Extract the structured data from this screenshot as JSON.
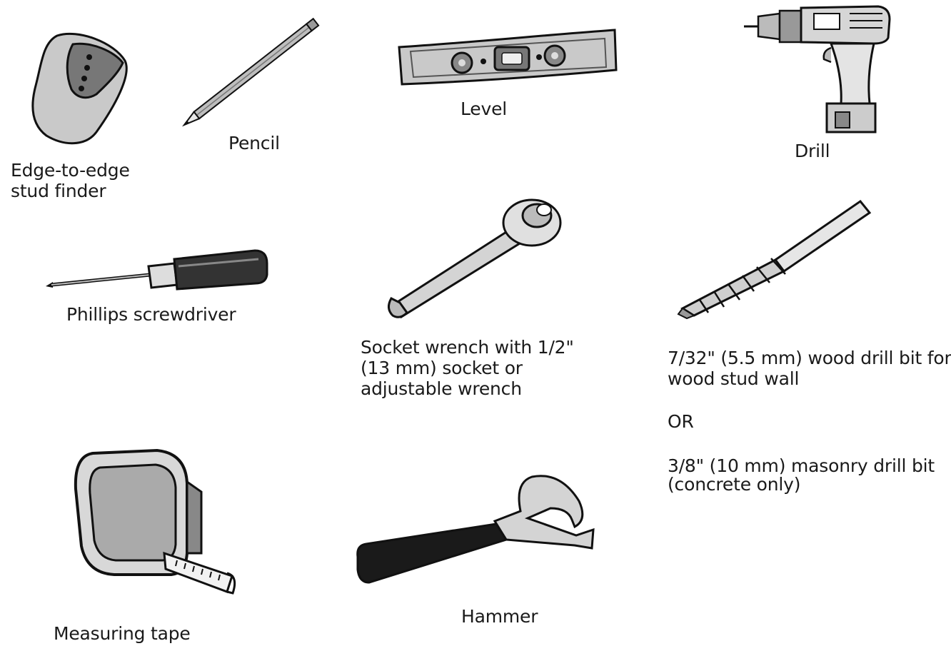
{
  "tools": {
    "stud_finder": {
      "icon": "stud-finder-icon",
      "label_line1": "Edge-to-edge",
      "label_line2": "stud finder"
    },
    "pencil": {
      "icon": "pencil-icon",
      "label": "Pencil"
    },
    "level": {
      "icon": "level-icon",
      "label": "Level"
    },
    "drill": {
      "icon": "drill-icon",
      "label": "Drill"
    },
    "screwdriver": {
      "icon": "screwdriver-icon",
      "label": "Phillips screwdriver"
    },
    "socket_wrench": {
      "icon": "socket-wrench-icon",
      "label_line1": "Socket wrench with 1/2\"",
      "label_line2": "(13 mm) socket or",
      "label_line3": "adjustable wrench"
    },
    "drill_bit": {
      "icon": "drill-bit-icon",
      "label_line1": "7/32\" (5.5 mm) wood drill bit for",
      "label_line2": "wood stud wall",
      "or_text": "OR",
      "alt_line1": "3/8\" (10 mm) masonry drill bit",
      "alt_line2": "(concrete only)"
    },
    "measuring_tape": {
      "icon": "measuring-tape-icon",
      "label": "Measuring tape"
    },
    "hammer": {
      "icon": "hammer-icon",
      "label": "Hammer"
    }
  }
}
